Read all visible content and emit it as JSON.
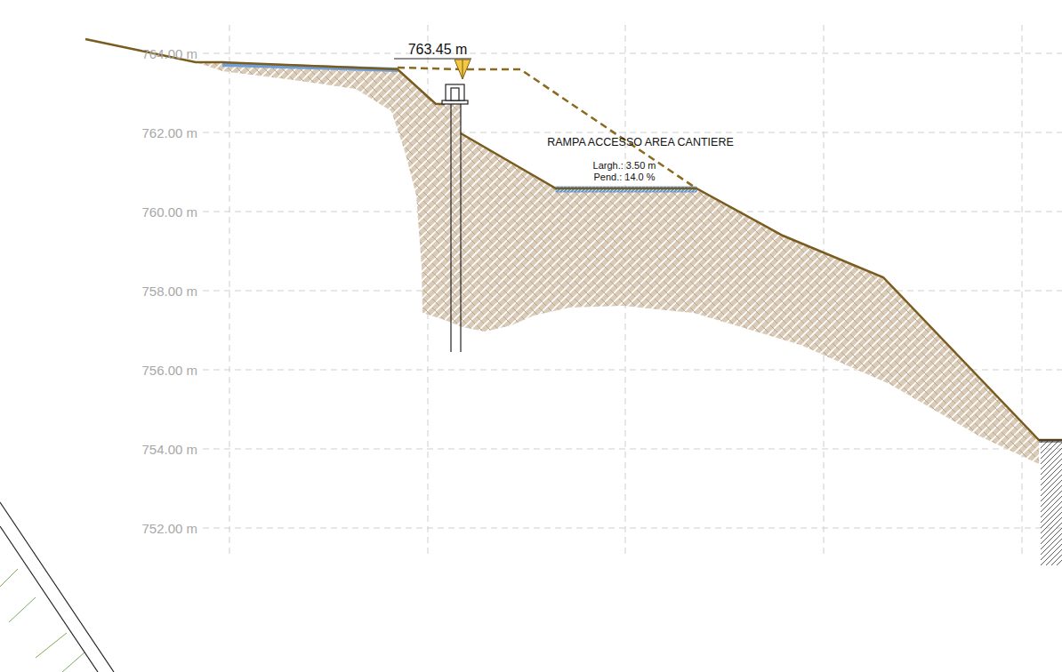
{
  "diagram": {
    "labels": [
      "764.00 m",
      "762.00 m",
      "760.00 m",
      "758.00 m",
      "756.00 m",
      "754.00 m",
      "752.00 m",
      "763.45 m",
      "RAMPA ACCESSO AREA CANTIERE",
      "Largh.: 3.50 m",
      "Pend.: 14.0 %"
    ]
  }
}
